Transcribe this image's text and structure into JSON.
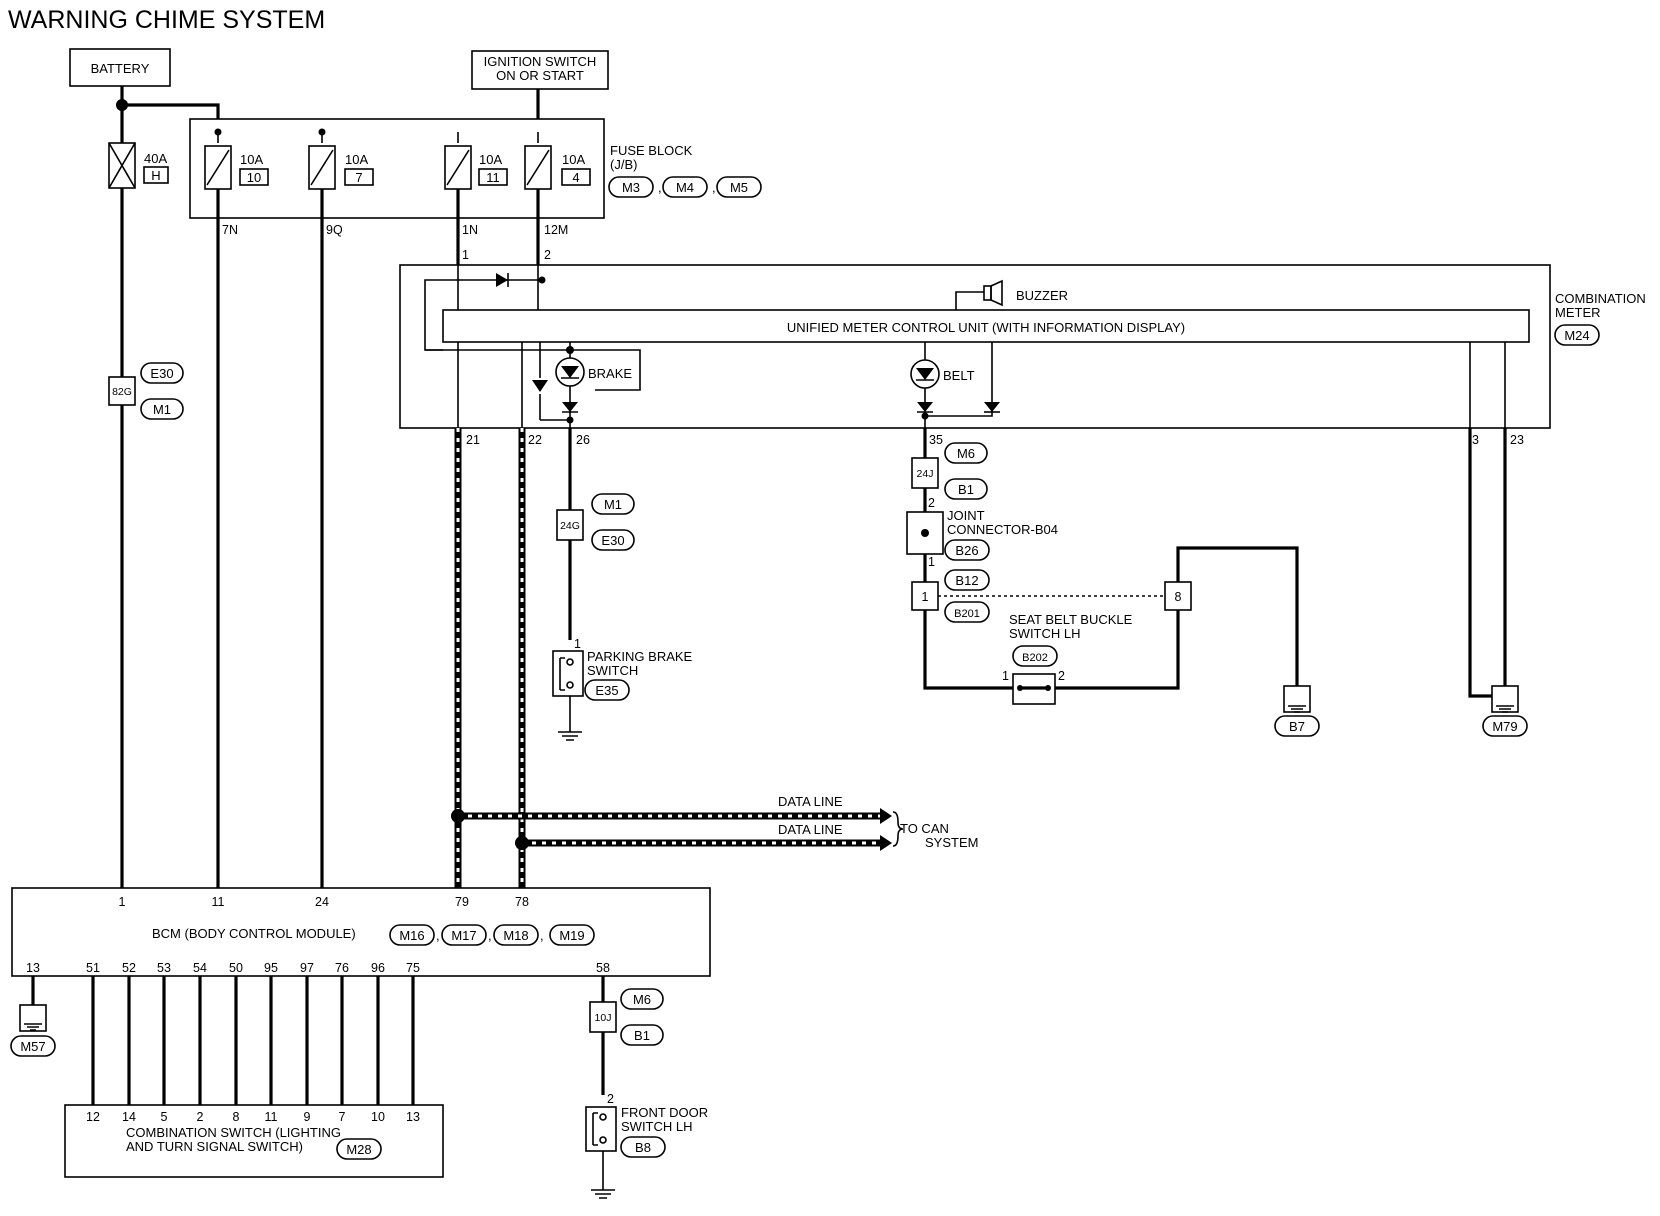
{
  "title": "WARNING CHIME SYSTEM",
  "battery": "BATTERY",
  "ignition": [
    "IGNITION SWITCH",
    "ON OR START"
  ],
  "fuse_block": {
    "label": [
      "FUSE BLOCK",
      "(J/B)"
    ],
    "connectors": [
      "M3",
      "M4",
      "M5"
    ],
    "fuses": [
      {
        "amps": "10A",
        "num": "10",
        "out": "7N"
      },
      {
        "amps": "10A",
        "num": "7",
        "out": "9Q"
      },
      {
        "amps": "10A",
        "num": "11",
        "out": "1N"
      },
      {
        "amps": "10A",
        "num": "4",
        "out": "12M"
      }
    ]
  },
  "fusible_link": {
    "amps": "40A",
    "id": "H"
  },
  "pins": {
    "meter_in_1": "1",
    "meter_in_2": "2"
  },
  "buzzer": "BUZZER",
  "umcu": "UNIFIED METER CONTROL UNIT (WITH INFORMATION DISPLAY)",
  "combination_meter": {
    "label": [
      "COMBINATION",
      "METER"
    ],
    "connector": "M24"
  },
  "lamps": {
    "brake": "BRAKE",
    "belt": "BELT"
  },
  "meter_pins": [
    "21",
    "22",
    "26",
    "35",
    "3",
    "23"
  ],
  "batt_harness": {
    "code": "82G",
    "conns": [
      "E30",
      "M1"
    ]
  },
  "brake_harness": {
    "code": "24G",
    "conns": [
      "M1",
      "E30"
    ]
  },
  "parking_brake": {
    "label": [
      "PARKING BRAKE",
      "SWITCH"
    ],
    "pin": "1",
    "connector": "E35"
  },
  "belt_harness": {
    "code": "24J",
    "conns": [
      "M6",
      "B1"
    ],
    "pin": "2"
  },
  "joint_connector": {
    "label": [
      "JOINT",
      "CONNECTOR-B04"
    ],
    "connector": "B26",
    "pin": "1"
  },
  "inline_conn": {
    "pin": "1",
    "conns": [
      "B12",
      "B201"
    ],
    "far_pin": "8"
  },
  "seat_belt": {
    "label": [
      "SEAT BELT BUCKLE",
      "SWITCH LH"
    ],
    "connector": "B202",
    "pins": [
      "1",
      "2"
    ]
  },
  "grounds": [
    "B7",
    "M79",
    "M57"
  ],
  "can": {
    "line": "DATA LINE",
    "to": [
      "TO CAN",
      "SYSTEM"
    ]
  },
  "bcm": {
    "label": "BCM (BODY CONTROL MODULE)",
    "connectors": [
      "M16",
      "M17",
      "M18",
      "M19"
    ],
    "top_pins": [
      "1",
      "11",
      "24",
      "79",
      "78"
    ],
    "bottom_pins": [
      "13",
      "51",
      "52",
      "53",
      "54",
      "50",
      "95",
      "97",
      "76",
      "96",
      "75",
      "58"
    ]
  },
  "combo_switch": {
    "label": [
      "COMBINATION SWITCH (LIGHTING",
      "AND TURN SIGNAL SWITCH)"
    ],
    "connector": "M28",
    "pins": [
      "12",
      "14",
      "5",
      "2",
      "8",
      "11",
      "9",
      "7",
      "10",
      "13"
    ]
  },
  "door_harness": {
    "code": "10J",
    "conns": [
      "M6",
      "B1"
    ]
  },
  "front_door": {
    "label": [
      "FRONT DOOR",
      "SWITCH LH"
    ],
    "pin": "2",
    "connector": "B8"
  }
}
